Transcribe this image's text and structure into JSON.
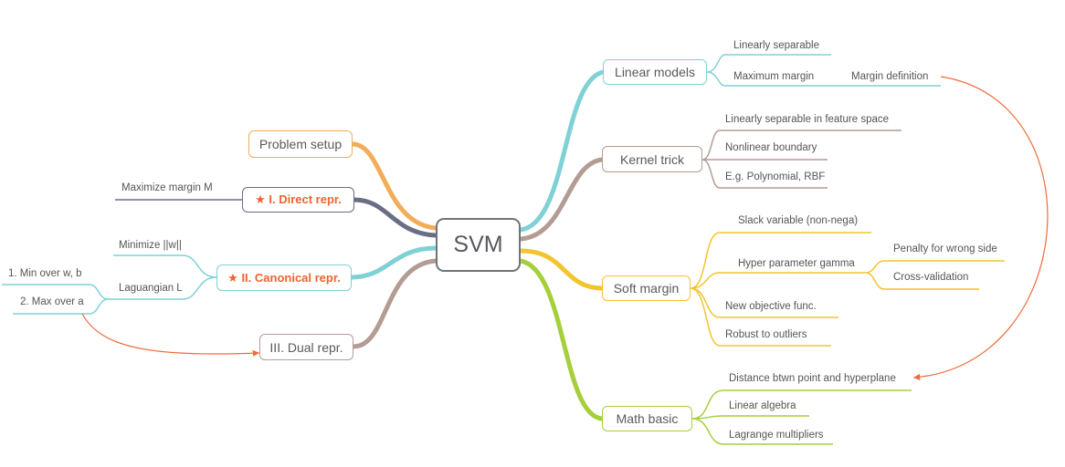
{
  "mindmap": {
    "root": "SVM",
    "right": {
      "linear_models": {
        "label": "Linear models",
        "items": [
          "Linearly  separable",
          "Maximum margin"
        ],
        "sub": "Margin definition"
      },
      "kernel_trick": {
        "label": "Kernel trick",
        "items": [
          "Linearly separable in feature space",
          "Nonlinear boundary",
          "E.g. Polynomial, RBF"
        ]
      },
      "soft_margin": {
        "label": "Soft margin",
        "items": [
          "Slack variable (non-nega)",
          "Hyper parameter gamma",
          "New objective func.",
          "Robust to outliers"
        ],
        "gamma_sub": [
          "Penalty for wrong side",
          "Cross-validation"
        ]
      },
      "math_basic": {
        "label": "Math basic",
        "items": [
          "Distance btwn point and hyperplane",
          "Linear algebra",
          "Lagrange multipliers"
        ]
      }
    },
    "left": {
      "problem_setup": {
        "label": "Problem setup"
      },
      "direct": {
        "label": "★ I. Direct repr.",
        "items": [
          "Maximize margin M"
        ]
      },
      "canonical": {
        "label": "★ II. Canonical repr.",
        "items": [
          "Minimize ||w||",
          "Laguangian L"
        ],
        "lagrangian_sub": [
          "1. Min over w, b",
          "2. Max over a"
        ]
      },
      "dual": {
        "label": "III. Dual repr."
      }
    }
  },
  "colors": {
    "teal": "#7fd1d6",
    "brown": "#b39c93",
    "yellow": "#f2c42e",
    "green": "#a5cf3b",
    "orange": "#f3ac57",
    "slate": "#6a6d86",
    "accent_red": "#ef6330"
  }
}
